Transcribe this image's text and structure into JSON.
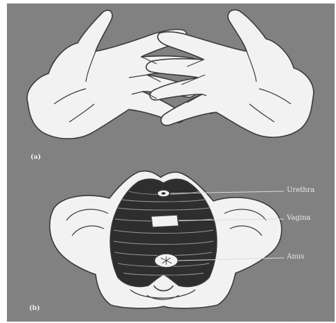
{
  "panels": [
    {
      "label": "(a)"
    },
    {
      "label": "(b)"
    }
  ],
  "labels": {
    "urethra": "Urethra",
    "vagina": "Vagina",
    "anus": "Anus"
  },
  "colors": {
    "background": "#7a7a7a",
    "skin": "#f2f2f2",
    "outline": "#3a3a3a",
    "muscle": "#2e2e2e"
  }
}
